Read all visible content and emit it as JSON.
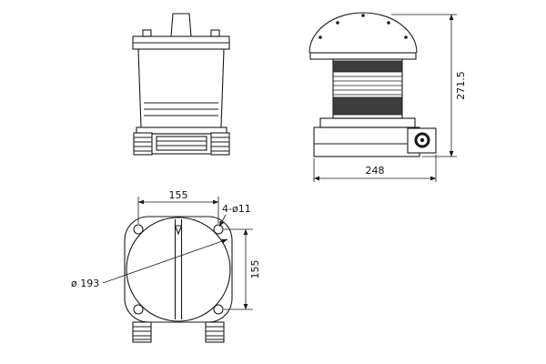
{
  "drawing": {
    "background": "#ffffff",
    "line_color": "#1a1a1a",
    "labels": {
      "overall_height": "271.5",
      "overall_width": "248",
      "bolt_spacing_x": "155",
      "bolt_spacing_y": "155",
      "bolt_holes": "4-ø11",
      "flange_diameter": "ø 193"
    }
  }
}
